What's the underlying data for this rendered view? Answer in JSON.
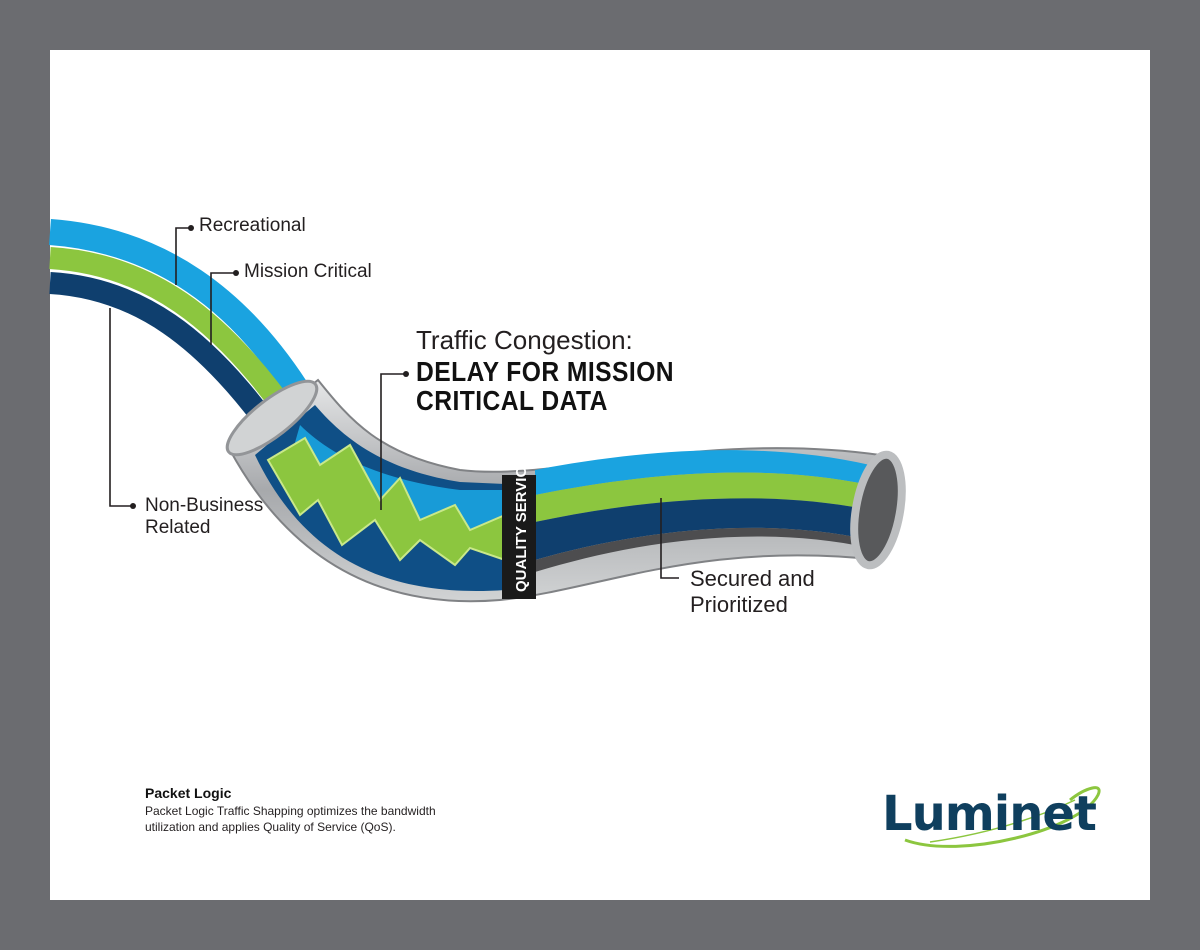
{
  "labels": {
    "recreational": "Recreational",
    "mission_critical": "Mission Critical",
    "non_business": "Non-Business Related",
    "secured": "Secured and Prioritized"
  },
  "congestion": {
    "title": "Traffic Congestion:",
    "headline": "DELAY FOR MISSION CRITICAL DATA"
  },
  "band": {
    "text": "QUALITY SERVICE"
  },
  "info": {
    "title": "Packet Logic",
    "text": "Packet Logic Traffic Shapping optimizes the bandwidth utilization and applies Quality of Service (QoS)."
  },
  "logo": {
    "text": "Luminet",
    "name_color": "#0f3f5e",
    "swoosh_color": "#8cc63f"
  },
  "colors": {
    "frame": "#6b6c70",
    "blue": "#1aa3e0",
    "green": "#8cc63f",
    "dark_blue": "#0f3f6e",
    "pipe": "#b7b8ba"
  }
}
